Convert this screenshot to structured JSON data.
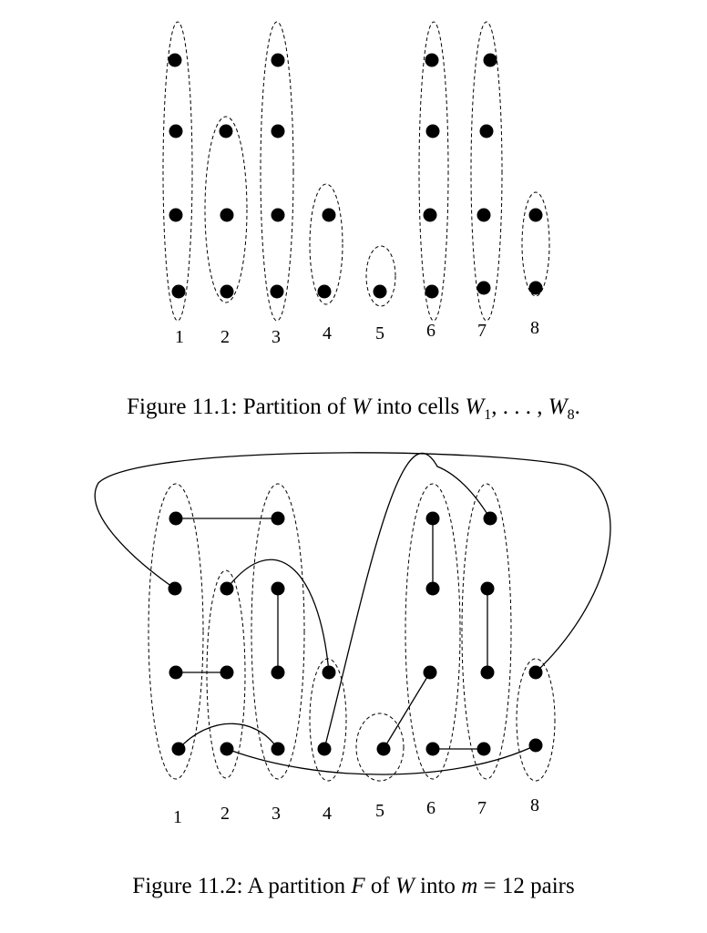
{
  "figure1": {
    "caption_prefix": "Figure 11.1: Partition of ",
    "caption_var": "W",
    "caption_mid": " into cells ",
    "caption_tail": "W",
    "caption_sub1": "1",
    "caption_dots": ", . . . , ",
    "caption_tail2": "W",
    "caption_sub2": "8",
    "caption_end": ".",
    "cell_labels": [
      "1",
      "2",
      "3",
      "4",
      "5",
      "6",
      "7",
      "8"
    ]
  },
  "figure2": {
    "caption_prefix": "Figure 11.2: A partition ",
    "caption_F": "F",
    "caption_of": " of ",
    "caption_W": "W",
    "caption_into": " into ",
    "caption_m": "m",
    "caption_rest": " = 12 pairs",
    "cell_labels": [
      "1",
      "2",
      "3",
      "4",
      "5",
      "6",
      "7",
      "8"
    ]
  },
  "colors": {
    "ink": "#000000",
    "background": "#ffffff"
  }
}
